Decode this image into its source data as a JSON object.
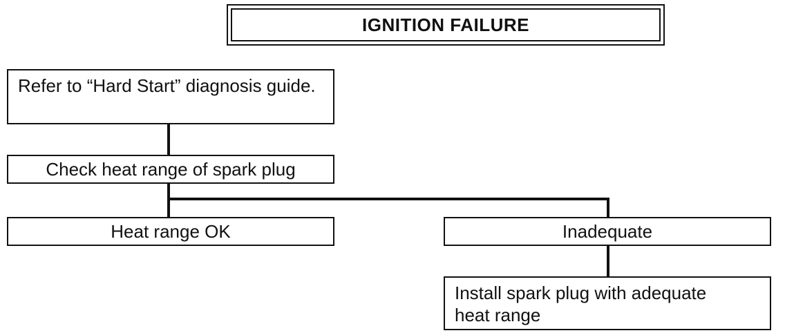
{
  "title": "IGNITION FAILURE",
  "nodes": {
    "refer": "Refer to “Hard Start” diagnosis guide.",
    "check": "Check heat range of spark plug",
    "ok": "Heat range OK",
    "inadequate": "Inadequate",
    "install": "Install spark plug with adequate heat range"
  },
  "colors": {
    "line": "#111111",
    "background": "#ffffff"
  }
}
